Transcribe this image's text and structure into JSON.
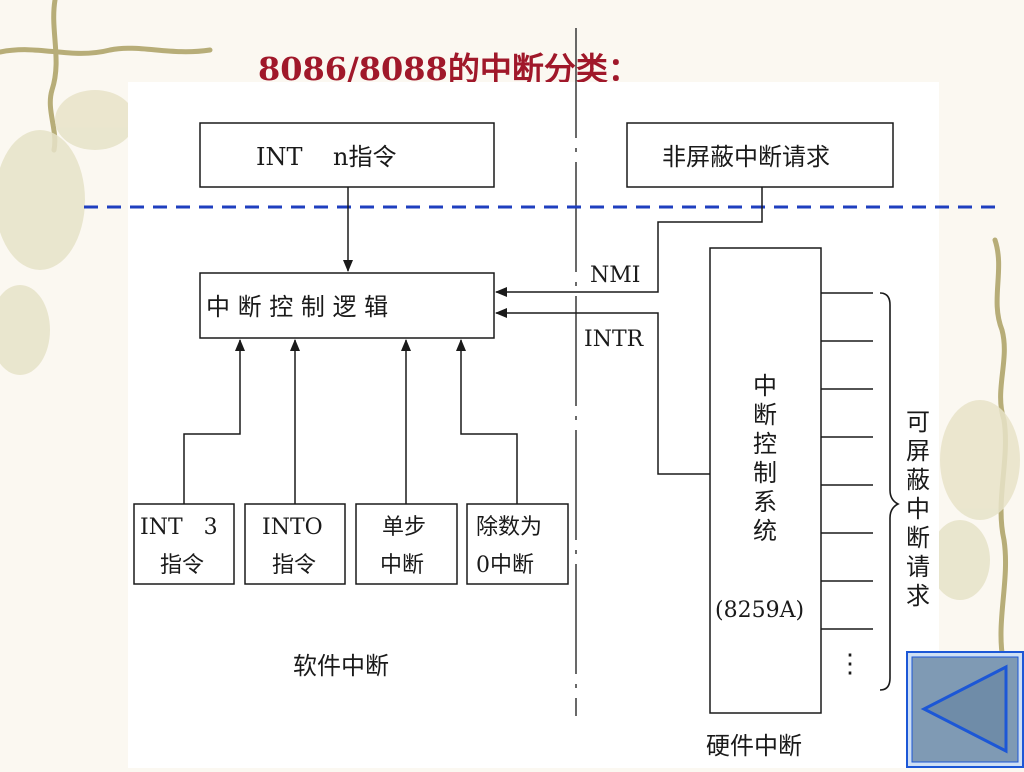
{
  "slide": {
    "title": "8086/8088的中断分类："
  },
  "diagram": {
    "int_n_instruction": "INT    n指令",
    "nmi_request": "非屏蔽中断请求",
    "interrupt_control_logic": "中 断 控 制 逻 辑",
    "nmi_label": "NMI",
    "intr_label": "INTR",
    "software_sources": [
      {
        "line1": "INT   3",
        "line2": "指令"
      },
      {
        "line1": "INTO",
        "line2": "指令"
      },
      {
        "line1": "单步",
        "line2": "中断"
      },
      {
        "line1": "除数为",
        "line2": "0中断"
      }
    ],
    "controller_chars": [
      "中",
      "断",
      "控",
      "制",
      "系",
      "统"
    ],
    "controller_model": "(8259A)",
    "ellipsis": "⋮",
    "maskable_chars": [
      "可",
      "屏",
      "蔽",
      "中",
      "断",
      "请",
      "求"
    ],
    "software_interrupt_caption": "软件中断",
    "hardware_interrupt_caption": "硬件中断"
  },
  "colors": {
    "title": "#a0182a",
    "dashed_line": "#1f3fbf",
    "nav_button_fill": "#6f8ca8",
    "nav_button_border": "#1c57d6"
  },
  "icons": {
    "nav": "back-triangle-icon"
  }
}
